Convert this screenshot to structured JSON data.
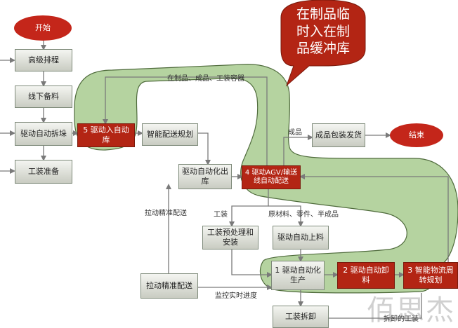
{
  "nodes": {
    "start": "开始",
    "scheduling": "高级排程",
    "offline_prep": "线下备料",
    "auto_unstack": "驱动自动拆垛",
    "tool_prep": "工装准备",
    "auto_store": "5 驱动入自动库",
    "smart_dispatch": "智能配送规划",
    "auto_out": "驱动自动化出库",
    "agv_delivery": "4 驱动AGV/输送线自动配送",
    "packing": "成品包装发货",
    "end": "结束",
    "tool_preprocess": "工装预处理和安装",
    "auto_feed": "驱动自动上料",
    "pull_delivery": "拉动精准配送",
    "auto_production": "1 驱动自动化生产",
    "auto_unload": "2 驱动自动卸料",
    "logistics": "3 智能物流周转规划",
    "tool_remove": "工装拆卸"
  },
  "labels": {
    "wip_containers": "在制品、成品、工装容器",
    "finished": "成品",
    "tooling": "工装",
    "materials": "原材料、零件、半成品",
    "pull_delivery_label": "拉动精准配送",
    "monitor": "监控实时进度",
    "removed_tooling": "拆卸的工装"
  },
  "callout": {
    "line1": "在制品临",
    "line2": "时入在制",
    "line3": "品缓冲库"
  },
  "watermark": "佰思杰",
  "colors": {
    "green_band": "#b5d3a0",
    "green_border": "#4f6b3c",
    "red_box": "#b32514",
    "red_oval": "#c4261a"
  }
}
